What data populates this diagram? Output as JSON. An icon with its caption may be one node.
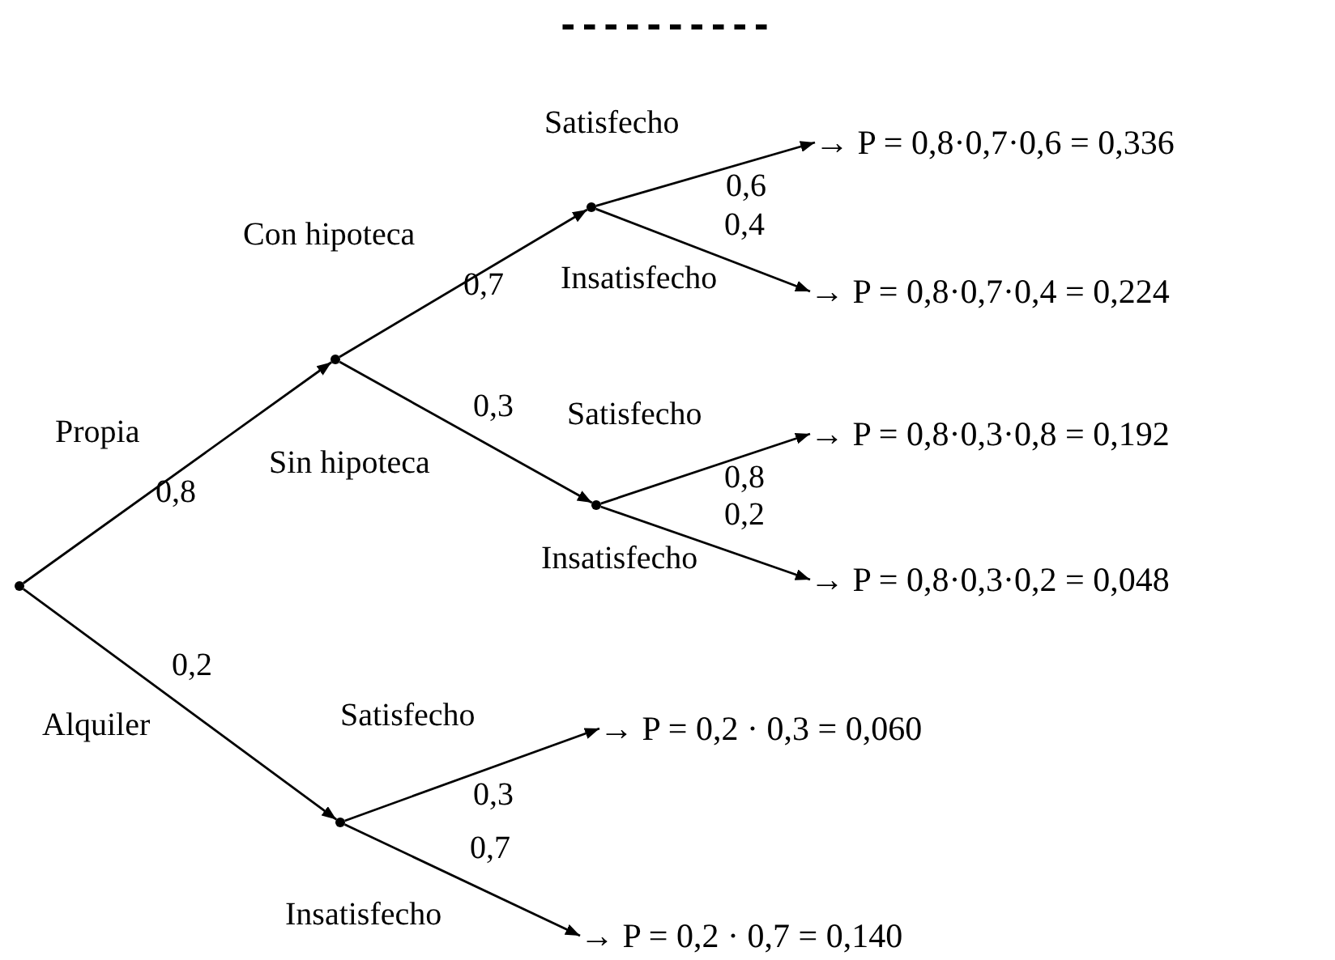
{
  "diagram": {
    "title": "----------",
    "nodes": [
      {
        "text": [],
        "shape": "point"
      },
      {
        "text": [],
        "shape": "point"
      },
      {
        "text": [],
        "shape": "point"
      },
      {
        "text": [
          "→ P = 0,8·0,7·0,6 = 0,336"
        ]
      },
      {
        "text": [
          "→ P = 0,8·0,7·0,4 = 0,224"
        ]
      },
      {
        "text": [],
        "shape": "point"
      },
      {
        "text": [
          "→ P = 0,8·0,3·0,8 = 0,192"
        ]
      },
      {
        "text": [
          "→ P = 0,8·0,3·0,2 = 0,048"
        ]
      },
      {
        "text": [],
        "shape": "point"
      },
      {
        "text": [
          "→ P = 0,2 · 0,3 = 0,060"
        ]
      },
      {
        "text": [
          "→ P = 0,2 · 0,7 = 0,140"
        ]
      }
    ],
    "edges": [
      {
        "from": 0,
        "to": 1,
        "arrow": "to",
        "label": "0,8"
      },
      {
        "from": 1,
        "to": 2,
        "arrow": "to",
        "label": "0,7"
      },
      {
        "from": 2,
        "to": 3,
        "arrow": "to",
        "label": "0,6"
      },
      {
        "from": 2,
        "to": 4,
        "arrow": "to",
        "label": "0,4"
      },
      {
        "from": 1,
        "to": 5,
        "arrow": "to",
        "label": "0,3"
      },
      {
        "from": 5,
        "to": 6,
        "arrow": "to",
        "label": "0,8"
      },
      {
        "from": 5,
        "to": 7,
        "arrow": "to",
        "label": "0,2"
      },
      {
        "from": 0,
        "to": 8,
        "arrow": "to",
        "label": "0,2"
      },
      {
        "from": 8,
        "to": 9,
        "arrow": "to",
        "label": "0,3"
      },
      {
        "from": 8,
        "to": 10,
        "arrow": "to",
        "label": "0,7"
      }
    ],
    "labels": [
      "Satisfecho",
      "Con hipoteca",
      "Insatisfecho",
      "Satisfecho",
      "Propia",
      "Sin hipoteca",
      "Insatisfecho",
      "Satisfecho",
      "Alquiler",
      "Insatisfecho"
    ]
  }
}
